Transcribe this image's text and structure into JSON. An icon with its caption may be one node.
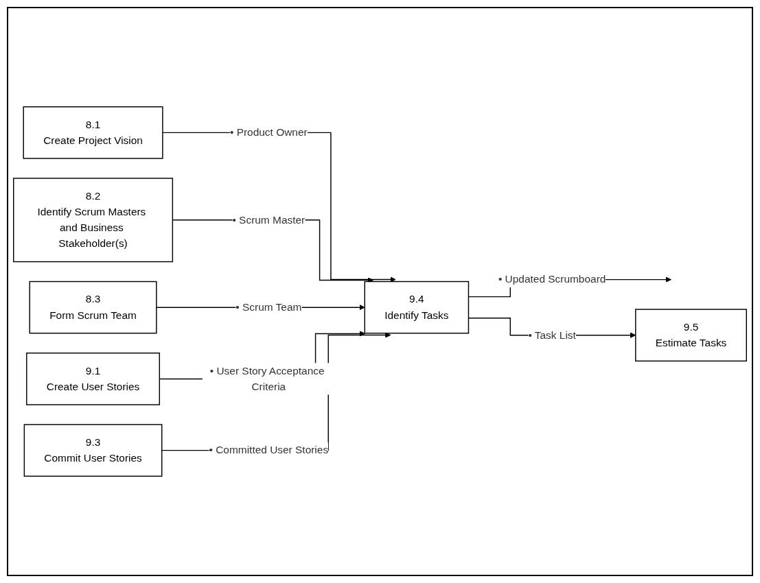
{
  "diagram": {
    "nodes": [
      {
        "text": [
          "8.1",
          "Create Project Vision"
        ]
      },
      {
        "text": [
          "8.2",
          "Identify Scrum Masters and Business Stakeholder(s)"
        ]
      },
      {
        "text": [
          "8.3",
          "Form Scrum Team"
        ]
      },
      {
        "text": [
          "9.1",
          "Create User Stories"
        ]
      },
      {
        "text": [
          "9.3",
          "Commit User Stories"
        ]
      },
      {
        "text": [
          "9.4",
          "Identify Tasks"
        ]
      },
      {
        "text": [
          "9.5",
          "Estimate Tasks"
        ]
      }
    ],
    "edges": [
      {
        "from": 0,
        "to": 5,
        "arrow": "to",
        "label": "• Product Owner"
      },
      {
        "from": 1,
        "to": 5,
        "arrow": "to",
        "label": "• Scrum Master"
      },
      {
        "from": 2,
        "to": 5,
        "arrow": "to",
        "label": "• Scrum Team"
      },
      {
        "from": 3,
        "to": 5,
        "arrow": "to",
        "label": "• User Story Acceptance Criteria"
      },
      {
        "from": 4,
        "to": 5,
        "arrow": "to",
        "label": "• Committed User Stories"
      },
      {
        "from": 5,
        "to": null,
        "arrow": "to",
        "label": "• Updated Scrumboard"
      },
      {
        "from": 5,
        "to": 6,
        "arrow": "to",
        "label": "• Task List"
      }
    ]
  }
}
